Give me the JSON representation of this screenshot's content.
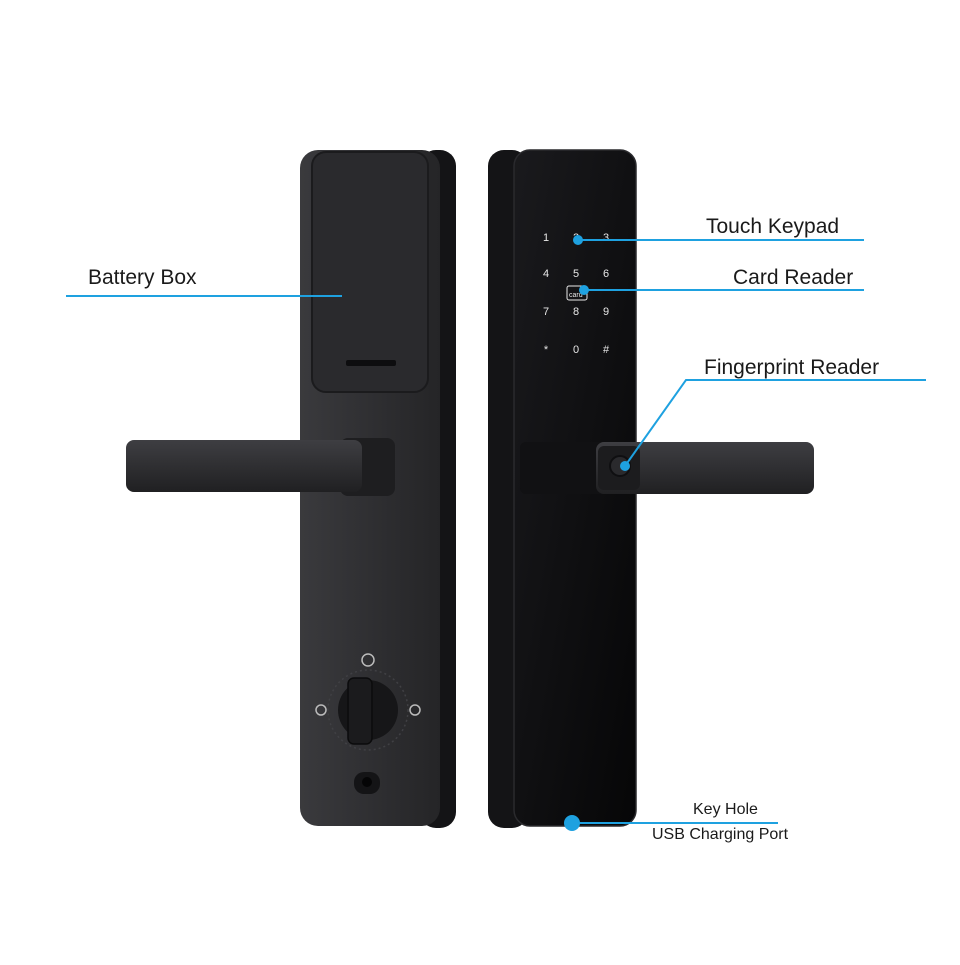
{
  "callouts": {
    "battery_box": "Battery Box",
    "touch_keypad": "Touch Keypad",
    "card_reader": "Card Reader",
    "fingerprint_reader": "Fingerprint Reader",
    "key_hole": "Key Hole",
    "usb_port": "USB Charging Port"
  },
  "keypad": {
    "keys": [
      "1",
      "2",
      "3",
      "4",
      "5",
      "6",
      "7",
      "8",
      "9",
      "*",
      "0",
      "#"
    ],
    "card_icon_text": "card"
  },
  "colors": {
    "accent": "#1ea1e0",
    "lock_body": "#2b2b2e",
    "lock_edge": "#131315",
    "glass": "#0c0c0e"
  }
}
